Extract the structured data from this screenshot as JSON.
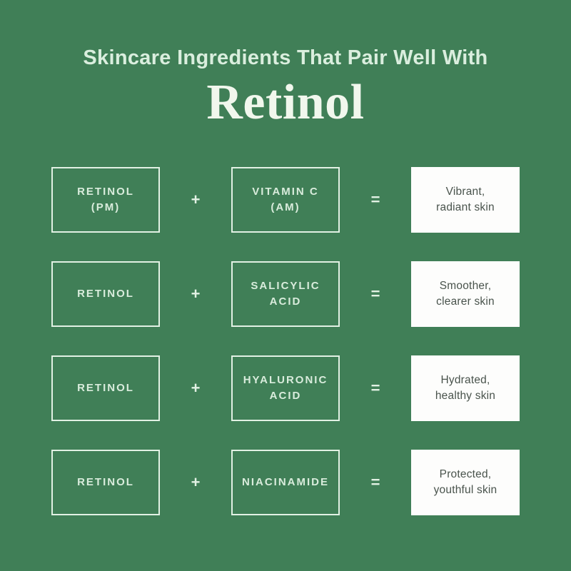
{
  "header": {
    "subtitle": "Skincare Ingredients That Pair Well With",
    "title": "Retinol"
  },
  "operators": {
    "plus": "+",
    "equals": "="
  },
  "rows": [
    {
      "ingredient_a": "RETINOL\n(PM)",
      "ingredient_b": "VITAMIN C\n(AM)",
      "result": "Vibrant,\nradiant skin"
    },
    {
      "ingredient_a": "RETINOL",
      "ingredient_b": "SALICYLIC\nACID",
      "result": "Smoother,\nclearer skin"
    },
    {
      "ingredient_a": "RETINOL",
      "ingredient_b": "HYALURONIC\nACID",
      "result": "Hydrated,\nhealthy skin"
    },
    {
      "ingredient_a": "RETINOL",
      "ingredient_b": "NIACINAMIDE",
      "result": "Protected,\nyouthful skin"
    }
  ],
  "colors": {
    "background": "#407f57",
    "box_border": "#e2f1e4",
    "box_text": "#d9ecdc",
    "operator_color": "#e2f1e4",
    "result_bg": "#fdfdfc",
    "result_text": "#49534c",
    "subtitle_color": "#daeede",
    "title_color": "#f1f7ed"
  }
}
